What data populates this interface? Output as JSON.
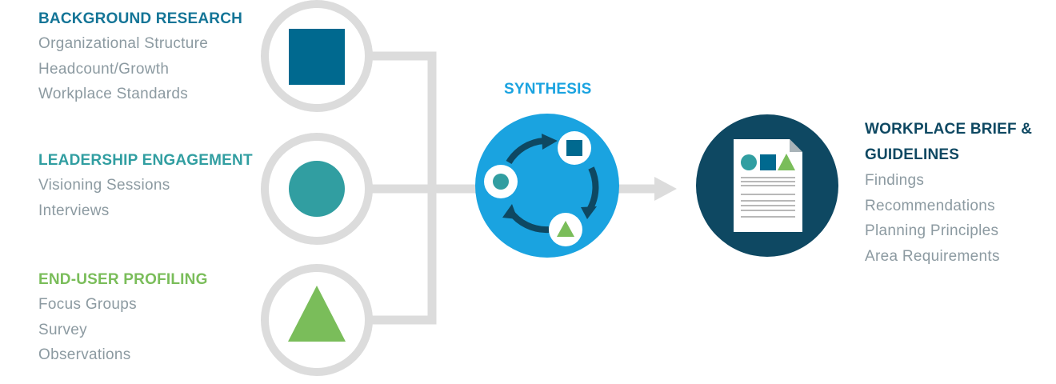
{
  "colors": {
    "line_gray": "#dcdcdc",
    "text_gray": "#8c9aa1",
    "blue_dark": "#00698f",
    "teal": "#319ea1",
    "green": "#7abd5a",
    "sky_blue": "#1aa3e0",
    "navy": "#0e4862"
  },
  "inputs": [
    {
      "heading": "BACKGROUND RESEARCH",
      "heading_color": "#147597",
      "shape": "square",
      "items": [
        "Organizational Structure",
        "Headcount/Growth",
        "Workplace Standards"
      ]
    },
    {
      "heading": "LEADERSHIP ENGAGEMENT",
      "heading_color": "#319ea1",
      "shape": "circle",
      "items": [
        "Visioning Sessions",
        "Interviews"
      ]
    },
    {
      "heading": "END-USER PROFILING",
      "heading_color": "#7abd5a",
      "shape": "triangle",
      "items": [
        "Focus Groups",
        "Survey",
        "Observations"
      ]
    }
  ],
  "synthesis": {
    "label": "SYNTHESIS",
    "label_color": "#1aa3e0",
    "icon": "cycle-arrows-icon"
  },
  "output": {
    "heading_lines": [
      "WORKPLACE BRIEF &",
      "GUIDELINES"
    ],
    "heading_color": "#0e4862",
    "icon": "document-icon",
    "items": [
      "Findings",
      "Recommendations",
      "Planning Principles",
      "Area Requirements"
    ]
  }
}
